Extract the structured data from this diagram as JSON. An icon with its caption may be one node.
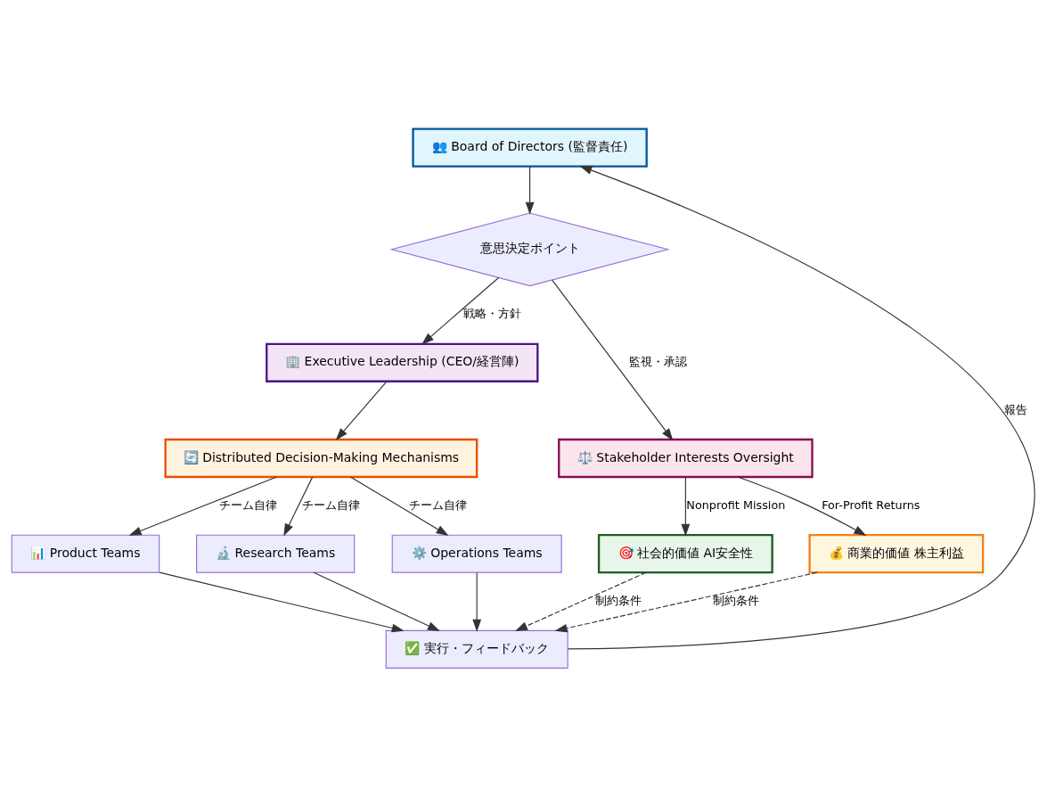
{
  "diagram": {
    "nodes": [
      {
        "text": [
          "👥 Board of Directors (監督責任)"
        ]
      },
      {
        "text": [
          "意思決定ポイント"
        ]
      },
      {
        "text": [
          "🏢 Executive Leadership (CEO/経営陣)"
        ]
      },
      {
        "text": [
          "🔄 Distributed Decision-Making Mechanisms"
        ]
      },
      {
        "text": [
          "⚖️ Stakeholder Interests Oversight"
        ]
      },
      {
        "text": [
          "📊 Product Teams"
        ]
      },
      {
        "text": [
          "🔬 Research Teams"
        ]
      },
      {
        "text": [
          "⚙️ Operations Teams"
        ]
      },
      {
        "text": [
          "🎯 社会的価値 AI安全性"
        ]
      },
      {
        "text": [
          "💰 商業的価値 株主利益"
        ]
      },
      {
        "text": [
          "✅ 実行・フィードバック"
        ]
      }
    ],
    "edges": [
      {
        "from": 0,
        "to": 1,
        "arrow": "to"
      },
      {
        "from": 1,
        "to": 2,
        "arrow": "to",
        "label": "戦略・方針"
      },
      {
        "from": 1,
        "to": 4,
        "arrow": "to",
        "label": "監視・承認"
      },
      {
        "from": 2,
        "to": 3,
        "arrow": "to"
      },
      {
        "from": 3,
        "to": 5,
        "arrow": "to",
        "label": "チーム自律"
      },
      {
        "from": 3,
        "to": 6,
        "arrow": "to",
        "label": "チーム自律"
      },
      {
        "from": 3,
        "to": 7,
        "arrow": "to",
        "label": "チーム自律"
      },
      {
        "from": 4,
        "to": 8,
        "arrow": "to",
        "label": "Nonprofit Mission"
      },
      {
        "from": 4,
        "to": 9,
        "arrow": "to",
        "label": "For-Profit Returns"
      },
      {
        "from": 5,
        "to": 10,
        "arrow": "to"
      },
      {
        "from": 6,
        "to": 10,
        "arrow": "to"
      },
      {
        "from": 7,
        "to": 10,
        "arrow": "to"
      },
      {
        "from": 8,
        "to": 10,
        "arrow": "to",
        "label": "制約条件",
        "style": "dashed"
      },
      {
        "from": 9,
        "to": 10,
        "arrow": "to",
        "label": "制約条件",
        "style": "dashed"
      },
      {
        "from": 10,
        "to": 0,
        "arrow": "to",
        "label": "報告"
      }
    ]
  }
}
